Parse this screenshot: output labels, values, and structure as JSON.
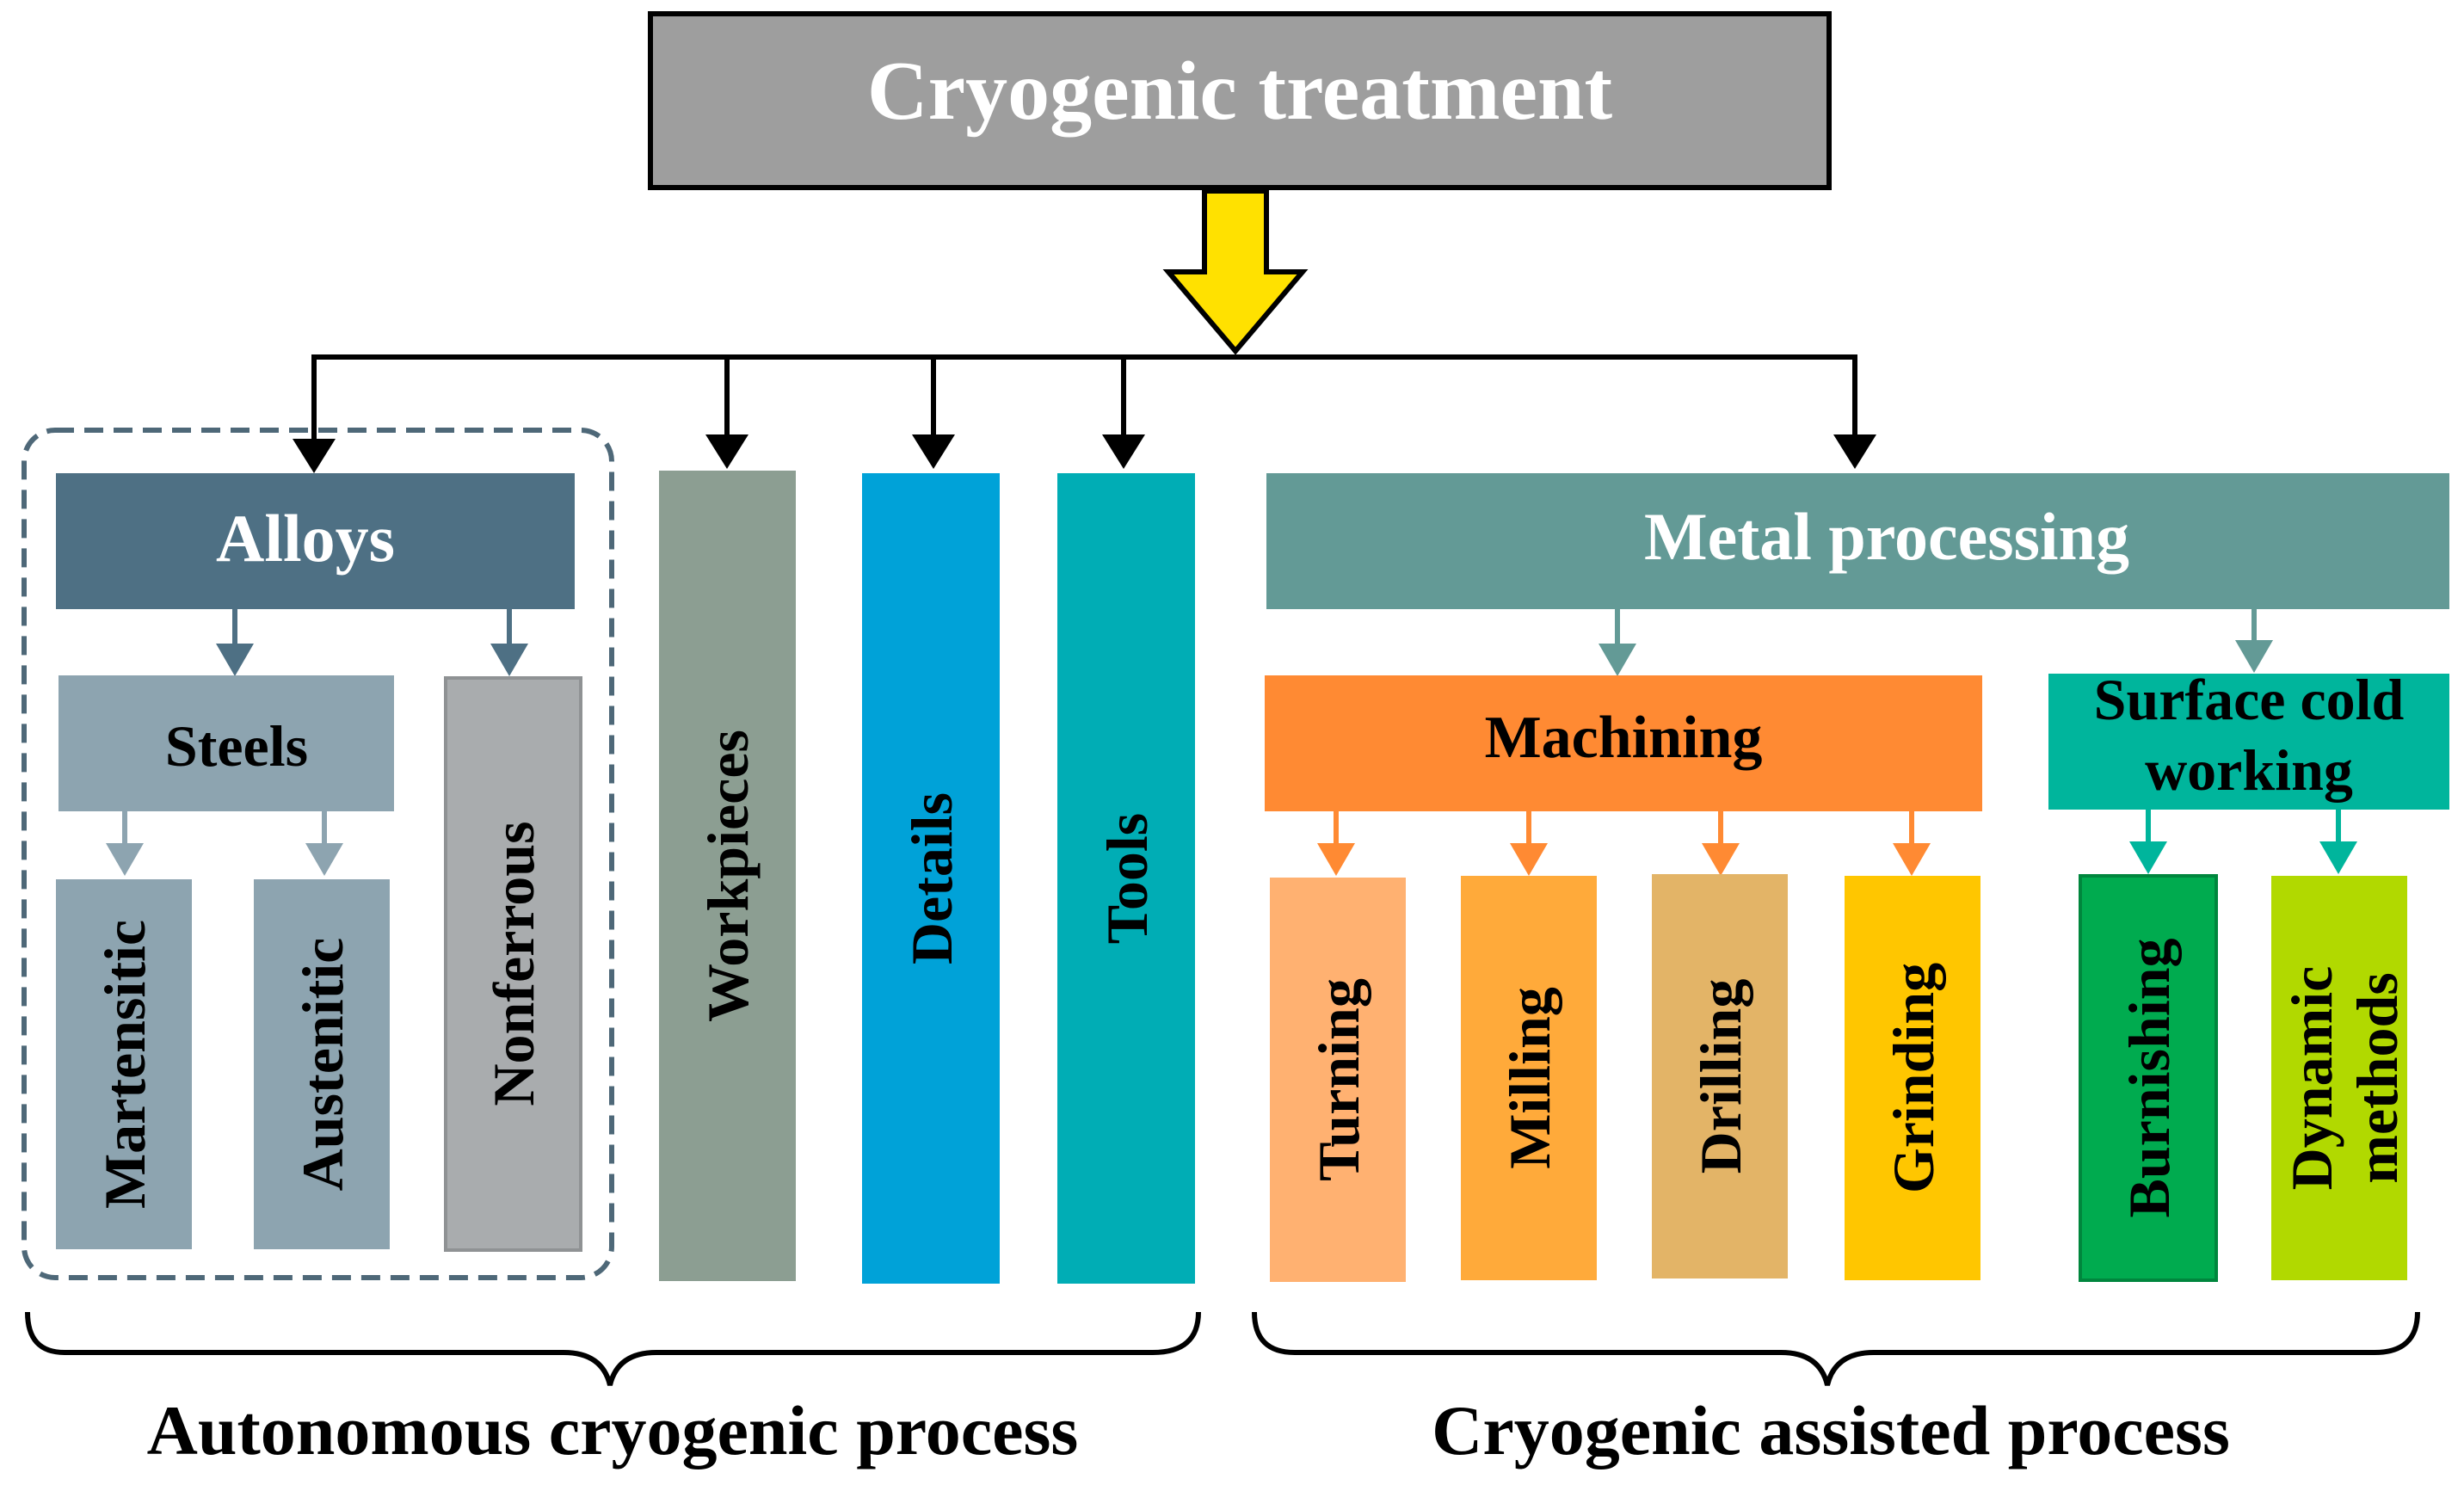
{
  "title": "Cryogenic treatment",
  "groups": {
    "alloys": "Alloys",
    "steels": "Steels",
    "martensitic": "Martensitic",
    "austenitic": "Austenitic",
    "nonferrous": "Nonferrous",
    "workpieces": "Workpieces",
    "details": "Details",
    "tools": "Tools",
    "metal_processing": "Metal processing",
    "machining": "Machining",
    "surface_cold_working_line1": "Surface cold",
    "surface_cold_working_line2": "working",
    "turning": "Turning",
    "milling": "Milling",
    "drilling": "Drilling",
    "grinding": "Grinding",
    "burnishing": "Burnishing",
    "dynamic_methods_line1": "Dynamic",
    "dynamic_methods_line2": "methods"
  },
  "braces": {
    "left": "Autonomous cryogenic process",
    "right": "Cryogenic assisted process"
  },
  "colors": {
    "title_box": "#9e9e9e",
    "yellow_arrow": "#ffe100",
    "alloys": "#4e7084",
    "steels": "#8da4b0",
    "nonferrous": "#a9acae",
    "workpieces": "#8c9e92",
    "details": "#00a2d8",
    "tools": "#00adb5",
    "metal_processing": "#639a96",
    "machining": "#ff8a33",
    "surface_cold_working": "#00b59c",
    "turning": "#ffb171",
    "milling": "#ffaa3a",
    "drilling": "#e3b467",
    "grinding": "#ffc600",
    "burnishing": "#00ab4f",
    "dynamic_methods": "#b1d900"
  }
}
